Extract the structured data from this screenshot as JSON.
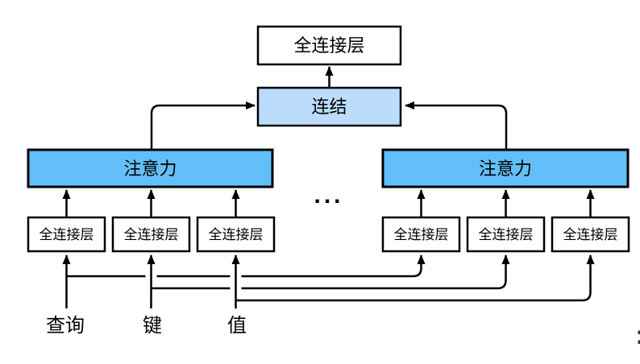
{
  "colors": {
    "background": "#ffffff",
    "attention_fill": "#63BFF9",
    "concat_fill": "#BBDCFA",
    "fc_fill": "#ffffff",
    "line": "#000000"
  },
  "nodes": {
    "output_fc": "全连接层",
    "concat": "连结",
    "attention_left": "注意力",
    "attention_right": "注意力",
    "fc_left_1": "全连接层",
    "fc_left_2": "全连接层",
    "fc_left_3": "全连接层",
    "fc_right_1": "全连接层",
    "fc_right_2": "全连接层",
    "fc_right_3": "全连接层"
  },
  "inputs": {
    "query": "查询",
    "key": "键",
    "value": "值"
  },
  "ellipsis": "..."
}
